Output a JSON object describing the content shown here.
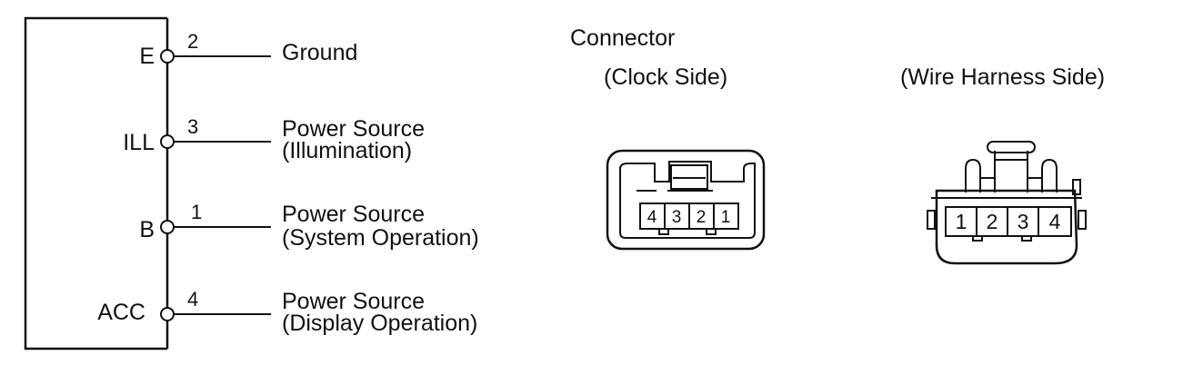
{
  "terminals": [
    {
      "name": "E",
      "pin": "2",
      "line1": "Ground",
      "line2": ""
    },
    {
      "name": "ILL",
      "pin": "3",
      "line1": "Power Source",
      "line2": "(Illumination)"
    },
    {
      "name": "B",
      "pin": "1",
      "line1": "Power Source",
      "line2": "(System Operation)"
    },
    {
      "name": "ACC",
      "pin": "4",
      "line1": "Power Source",
      "line2": "(Display Operation)"
    }
  ],
  "connector": {
    "title": "Connector",
    "clock_side_label": "(Clock Side)",
    "harness_side_label": "(Wire Harness Side)",
    "clock_pins": [
      "4",
      "3",
      "2",
      "1"
    ],
    "harness_pins": [
      "1",
      "2",
      "3",
      "4"
    ]
  }
}
